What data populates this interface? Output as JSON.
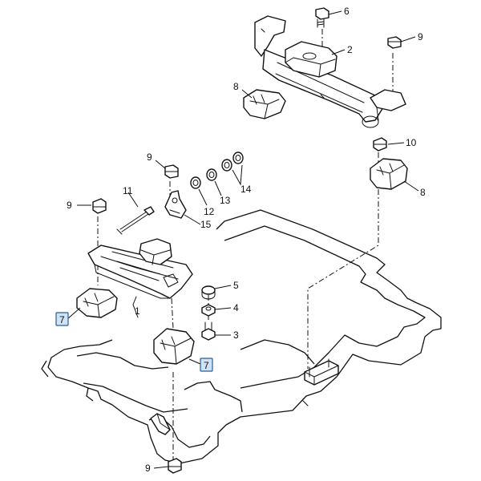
{
  "labels": {
    "n1": "1",
    "n2": "2",
    "n3": "3",
    "n4": "4",
    "n5": "5",
    "n6": "6",
    "n7a": "7",
    "n7b": "7",
    "n8a": "8",
    "n8b": "8",
    "n9a": "9",
    "n9b": "9",
    "n9c": "9",
    "n9d": "9",
    "n10": "10",
    "n11": "11",
    "n12": "12",
    "n13": "13",
    "n14": "14",
    "n15": "15"
  },
  "colors": {
    "callout_fill": "#cfe2f6",
    "callout_border": "#2a5d96",
    "line": "#111111"
  }
}
